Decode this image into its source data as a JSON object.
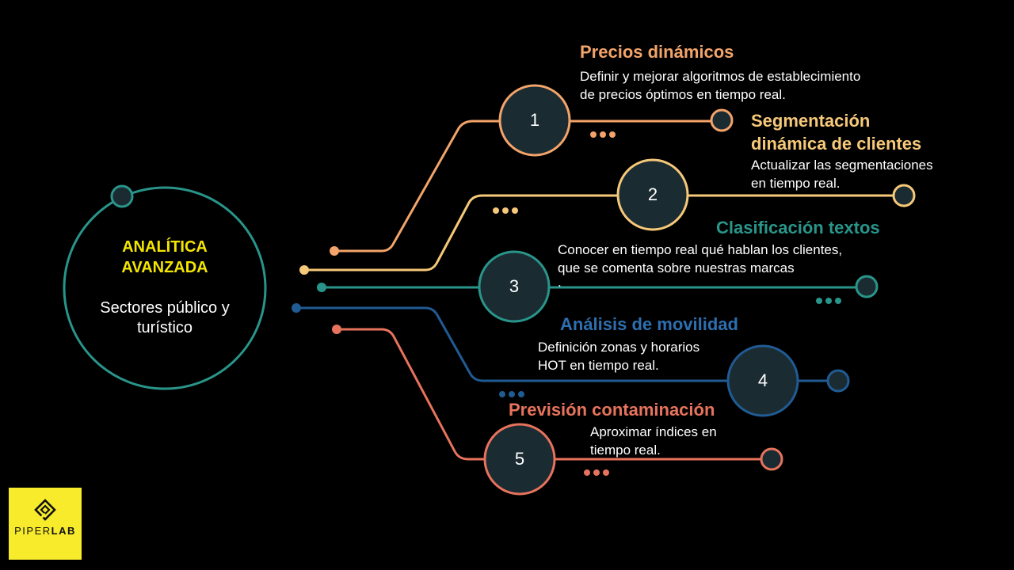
{
  "colors": {
    "background": "#000000",
    "orange": "#f3a46a",
    "yellow": "#f6c979",
    "teal": "#29958a",
    "blue": "#205b93",
    "coral": "#e8735c",
    "node_fill": "#1b2b32",
    "hub_title": "#f4e600",
    "logo_bg": "#f7eb2c"
  },
  "hub": {
    "title_line1": "ANALÍTICA",
    "title_line2": "AVANZADA",
    "subtitle_line1": "Sectores público y",
    "subtitle_line2": "turístico"
  },
  "branches": [
    {
      "number": "1",
      "title_line1": "Precios dinámicos",
      "title_line2": "",
      "desc_line1": "Definir y mejorar algoritmos de establecimiento",
      "desc_line2": "de precios óptimos en tiempo real.",
      "desc_line3": ""
    },
    {
      "number": "2",
      "title_line1": "Segmentación",
      "title_line2": "dinámica de clientes",
      "desc_line1": "Actualizar las segmentaciones",
      "desc_line2": "en tiempo real.",
      "desc_line3": ""
    },
    {
      "number": "3",
      "title_line1": "Clasificación textos",
      "title_line2": "",
      "desc_line1": "Conocer en tiempo real qué hablan los clientes,",
      "desc_line2": "que se comenta sobre nuestras marcas",
      "desc_line3": "."
    },
    {
      "number": "4",
      "title_line1": "Análisis de movilidad",
      "title_line2": "",
      "desc_line1": "Definición zonas y horarios",
      "desc_line2": "HOT en tiempo real.",
      "desc_line3": ""
    },
    {
      "number": "5",
      "title_line1": "Previsión contaminación",
      "title_line2": "",
      "desc_line1": "Aproximar índices en",
      "desc_line2": "tiempo real.",
      "desc_line3": ""
    }
  ],
  "logo": {
    "brand_part1": "PIPER",
    "brand_part2": "LAB",
    "icon": "diamond-logo-icon"
  }
}
